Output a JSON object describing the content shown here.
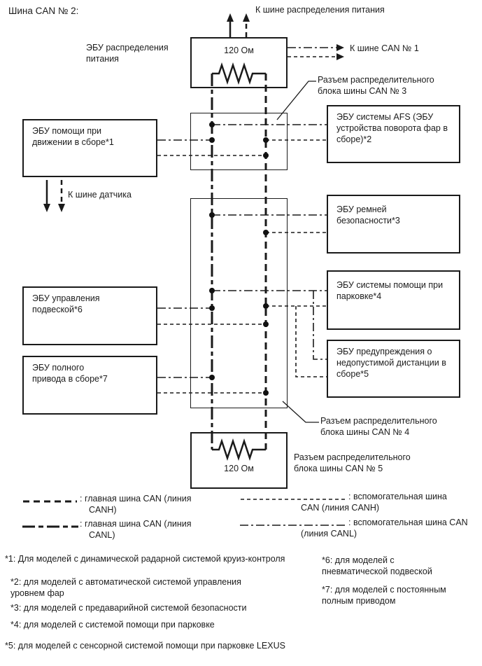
{
  "title": "Шина CAN № 2:",
  "colors": {
    "line": "#1a1a1a",
    "text": "#1c1c1c",
    "background": "#ffffff"
  },
  "nodes": {
    "power_ecu_label": "ЭБУ распределения\nпитания",
    "terminator_top_value": "120 Ом",
    "terminator_bottom_value": "120 Ом",
    "ecu_driving_support": "ЭБУ помощи при\nдвижении в сборе*1",
    "ecu_afs": "ЭБУ системы AFS (ЭБУ\nустройства поворота фар в\nсборе)*2",
    "ecu_seat_belt": "ЭБУ ремней\nбезопасности*3",
    "ecu_parking_assist": "ЭБУ системы помощи при\nпарковке*4",
    "ecu_distance_warning": "ЭБУ предупреждения о\nнедопустимой дистанции в\nсборе*5",
    "ecu_suspension": "ЭБУ управления\nподвеской*6",
    "ecu_awd": "ЭБУ полного\nпривода в сборе*7"
  },
  "callouts": {
    "to_power_bus": "К шине распределения питания",
    "to_can1": "К шине CAN № 1",
    "to_sensor_bus": "К шине датчика",
    "connector_can3": "Разъем распределительного\nблока шины CAN № 3",
    "connector_can4": "Разъем распределительного\nблока шины CAN № 4",
    "connector_can5": "Разъем распределительного\nблока шины CAN № 5"
  },
  "legend": [
    {
      "line1": ": главная шина CAN (линия",
      "line2": "CANH)"
    },
    {
      "line1": ": главная шина CAN (линия",
      "line2": "CANL)"
    },
    {
      "line1": ": вспомогательная шина",
      "line2": "CAN (линия CANH)"
    },
    {
      "line1": ": вспомогательная шина CAN",
      "line2": "(линия CANL)"
    }
  ],
  "footnotes": [
    "*1: Для моделей с динамической радарной системой круиз-контроля",
    "*2: для моделей с автоматической системой управления\nуровнем фар",
    "*3: для моделей с предаварийной системой безопасности",
    "*4: для моделей с системой помощи при парковке",
    "*5: для моделей с сенсорной системой помощи при парковке LEXUS",
    "*6: для моделей с\nпневматической подвеской",
    "*7: для моделей с постоянным\nполным приводом"
  ]
}
